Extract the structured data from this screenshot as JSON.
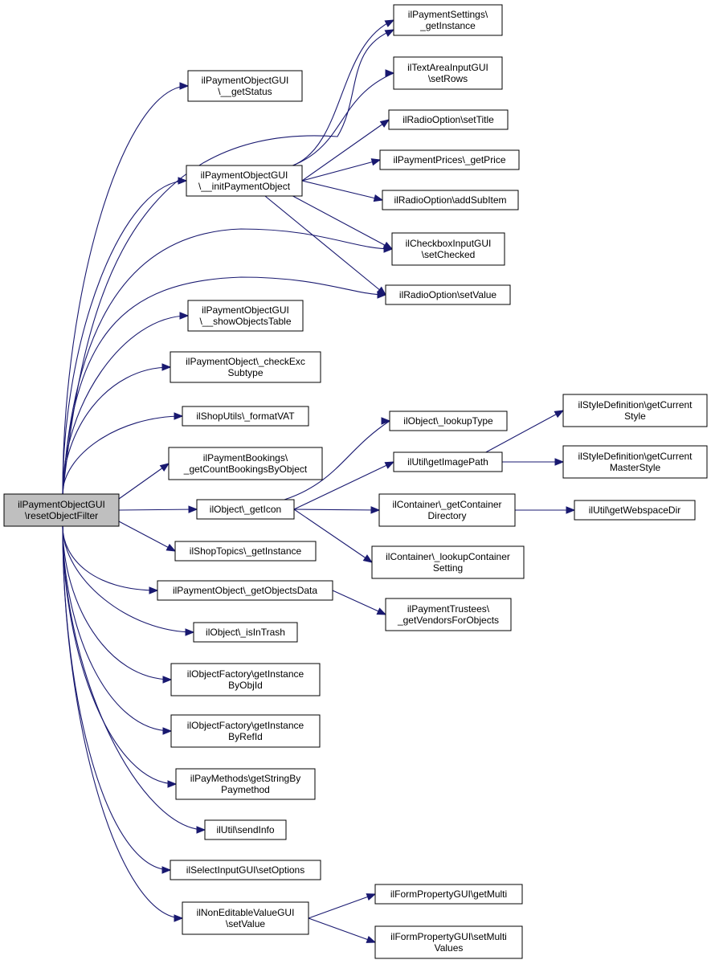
{
  "diagram": {
    "type": "call-graph",
    "root": "resetObjectFilter",
    "colors": {
      "edge": "#191970",
      "root_fill": "#bfbfbf",
      "node_fill": "#ffffff",
      "border": "#000000"
    },
    "nodes": [
      {
        "id": "resetObjectFilter",
        "lines": [
          "ilPaymentObjectGUI",
          "\\resetObjectFilter"
        ],
        "root": true
      },
      {
        "id": "getStatus",
        "lines": [
          "ilPaymentObjectGUI",
          "\\__getStatus"
        ]
      },
      {
        "id": "initPaymentObject",
        "lines": [
          "ilPaymentObjectGUI",
          "\\__initPaymentObject"
        ]
      },
      {
        "id": "showObjectsTable",
        "lines": [
          "ilPaymentObjectGUI",
          "\\__showObjectsTable"
        ]
      },
      {
        "id": "checkExcSubtype",
        "lines": [
          "ilPaymentObject\\_checkExc",
          "Subtype"
        ]
      },
      {
        "id": "formatVAT",
        "lines": [
          "ilShopUtils\\_formatVAT"
        ]
      },
      {
        "id": "getCountBookings",
        "lines": [
          "ilPaymentBookings\\",
          "_getCountBookingsByObject"
        ]
      },
      {
        "id": "getIcon",
        "lines": [
          "ilObject\\_getIcon"
        ]
      },
      {
        "id": "shopTopicsGetInstance",
        "lines": [
          "ilShopTopics\\_getInstance"
        ]
      },
      {
        "id": "getObjectsData",
        "lines": [
          "ilPaymentObject\\_getObjectsData"
        ]
      },
      {
        "id": "isInTrash",
        "lines": [
          "ilObject\\_isInTrash"
        ]
      },
      {
        "id": "getInstanceByObjId",
        "lines": [
          "ilObjectFactory\\getInstance",
          "ByObjId"
        ]
      },
      {
        "id": "getInstanceByRefId",
        "lines": [
          "ilObjectFactory\\getInstance",
          "ByRefId"
        ]
      },
      {
        "id": "getStringByPaymethod",
        "lines": [
          "ilPayMethods\\getStringBy",
          "Paymethod"
        ]
      },
      {
        "id": "sendInfo",
        "lines": [
          "ilUtil\\sendInfo"
        ]
      },
      {
        "id": "setOptions",
        "lines": [
          "ilSelectInputGUI\\setOptions"
        ]
      },
      {
        "id": "nonEditableSetValue",
        "lines": [
          "ilNonEditableValueGUI",
          "\\setValue"
        ]
      },
      {
        "id": "paymentSettingsGetInstance",
        "lines": [
          "ilPaymentSettings\\",
          "_getInstance"
        ]
      },
      {
        "id": "setRows",
        "lines": [
          "ilTextAreaInputGUI",
          "\\setRows"
        ]
      },
      {
        "id": "radioSetTitle",
        "lines": [
          "ilRadioOption\\setTitle"
        ]
      },
      {
        "id": "getPrice",
        "lines": [
          "ilPaymentPrices\\_getPrice"
        ]
      },
      {
        "id": "addSubItem",
        "lines": [
          "ilRadioOption\\addSubItem"
        ]
      },
      {
        "id": "setChecked",
        "lines": [
          "ilCheckboxInputGUI",
          "\\setChecked"
        ]
      },
      {
        "id": "radioSetValue",
        "lines": [
          "ilRadioOption\\setValue"
        ]
      },
      {
        "id": "lookupType",
        "lines": [
          "ilObject\\_lookupType"
        ]
      },
      {
        "id": "getImagePath",
        "lines": [
          "ilUtil\\getImagePath"
        ]
      },
      {
        "id": "getContainerDirectory",
        "lines": [
          "ilContainer\\_getContainer",
          "Directory"
        ]
      },
      {
        "id": "lookupContainerSetting",
        "lines": [
          "ilContainer\\_lookupContainer",
          "Setting"
        ]
      },
      {
        "id": "getVendorsForObjects",
        "lines": [
          "ilPaymentTrustees\\",
          "_getVendorsForObjects"
        ]
      },
      {
        "id": "getCurrentStyle",
        "lines": [
          "ilStyleDefinition\\getCurrent",
          "Style"
        ]
      },
      {
        "id": "getCurrentMasterStyle",
        "lines": [
          "ilStyleDefinition\\getCurrent",
          "MasterStyle"
        ]
      },
      {
        "id": "getWebspaceDir",
        "lines": [
          "ilUtil\\getWebspaceDir"
        ]
      },
      {
        "id": "getMulti",
        "lines": [
          "ilFormPropertyGUI\\getMulti"
        ]
      },
      {
        "id": "setMultiValues",
        "lines": [
          "ilFormPropertyGUI\\setMulti",
          "Values"
        ]
      }
    ],
    "edges": [
      [
        "resetObjectFilter",
        "getStatus"
      ],
      [
        "resetObjectFilter",
        "initPaymentObject"
      ],
      [
        "resetObjectFilter",
        "paymentSettingsGetInstance"
      ],
      [
        "resetObjectFilter",
        "setChecked"
      ],
      [
        "resetObjectFilter",
        "radioSetValue"
      ],
      [
        "resetObjectFilter",
        "showObjectsTable"
      ],
      [
        "resetObjectFilter",
        "checkExcSubtype"
      ],
      [
        "resetObjectFilter",
        "formatVAT"
      ],
      [
        "resetObjectFilter",
        "getCountBookings"
      ],
      [
        "resetObjectFilter",
        "getIcon"
      ],
      [
        "resetObjectFilter",
        "shopTopicsGetInstance"
      ],
      [
        "resetObjectFilter",
        "getObjectsData"
      ],
      [
        "resetObjectFilter",
        "isInTrash"
      ],
      [
        "resetObjectFilter",
        "getInstanceByObjId"
      ],
      [
        "resetObjectFilter",
        "getInstanceByRefId"
      ],
      [
        "resetObjectFilter",
        "getStringByPaymethod"
      ],
      [
        "resetObjectFilter",
        "sendInfo"
      ],
      [
        "resetObjectFilter",
        "setOptions"
      ],
      [
        "resetObjectFilter",
        "nonEditableSetValue"
      ],
      [
        "initPaymentObject",
        "paymentSettingsGetInstance"
      ],
      [
        "initPaymentObject",
        "setRows"
      ],
      [
        "initPaymentObject",
        "radioSetTitle"
      ],
      [
        "initPaymentObject",
        "getPrice"
      ],
      [
        "initPaymentObject",
        "addSubItem"
      ],
      [
        "initPaymentObject",
        "setChecked"
      ],
      [
        "initPaymentObject",
        "radioSetValue"
      ],
      [
        "getIcon",
        "lookupType"
      ],
      [
        "getIcon",
        "getImagePath"
      ],
      [
        "getIcon",
        "getContainerDirectory"
      ],
      [
        "getIcon",
        "lookupContainerSetting"
      ],
      [
        "getImagePath",
        "getCurrentStyle"
      ],
      [
        "getImagePath",
        "getCurrentMasterStyle"
      ],
      [
        "getContainerDirectory",
        "getWebspaceDir"
      ],
      [
        "getObjectsData",
        "getVendorsForObjects"
      ],
      [
        "nonEditableSetValue",
        "getMulti"
      ],
      [
        "nonEditableSetValue",
        "setMultiValues"
      ]
    ]
  }
}
